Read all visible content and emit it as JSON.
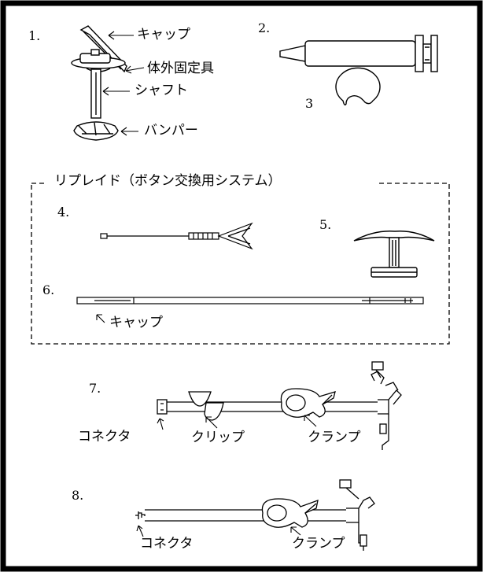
{
  "items": {
    "n1": "1.",
    "n2": "2.",
    "n3": "3",
    "n4": "4.",
    "n5": "5.",
    "n6": "6.",
    "n7": "7.",
    "n8": "8."
  },
  "labels": {
    "cap": "キャップ",
    "external_fixture": "体外固定具",
    "shaft": "シャフト",
    "bumper": "バンパー",
    "replaid_section": "リプレイド（ボタン交換用システム）",
    "cap_6": "キャップ",
    "connector_7": "コネクタ",
    "clip_7": "クリップ",
    "clamp_7": "クランプ",
    "connector_8": "コネクタ",
    "clamp_8": "クランプ"
  }
}
